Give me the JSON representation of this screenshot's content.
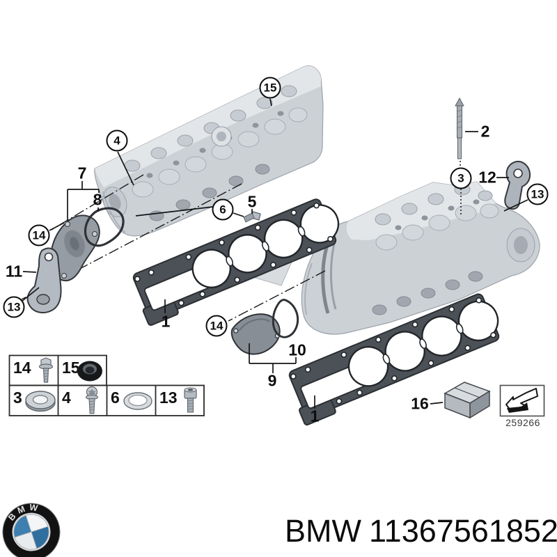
{
  "brand": {
    "name": "BMW",
    "logo_letters": "BMW"
  },
  "part": {
    "number": "11367561852"
  },
  "diagram": {
    "ref_code": "259266",
    "callouts": [
      {
        "label": "15",
        "shape": "circled"
      },
      {
        "label": "4",
        "shape": "circled"
      },
      {
        "label": "7",
        "shape": "plain"
      },
      {
        "label": "8",
        "shape": "plain"
      },
      {
        "label": "14",
        "shape": "circled"
      },
      {
        "label": "11",
        "shape": "plain"
      },
      {
        "label": "13",
        "shape": "circled"
      },
      {
        "label": "6",
        "shape": "circled"
      },
      {
        "label": "5",
        "shape": "plain"
      },
      {
        "label": "2",
        "shape": "plain"
      },
      {
        "label": "3",
        "shape": "circled"
      },
      {
        "label": "12",
        "shape": "plain"
      },
      {
        "label": "13",
        "shape": "circled"
      },
      {
        "label": "1",
        "shape": "plain"
      },
      {
        "label": "14",
        "shape": "circled"
      },
      {
        "label": "10",
        "shape": "plain"
      },
      {
        "label": "9",
        "shape": "plain"
      },
      {
        "label": "1",
        "shape": "plain"
      },
      {
        "label": "16",
        "shape": "plain"
      }
    ]
  },
  "legend_table": {
    "cells": [
      {
        "num": "14",
        "icon": "hex-flange-bolt"
      },
      {
        "num": "15",
        "icon": "rubber-grommet"
      },
      {
        "num": "3",
        "icon": "washer"
      },
      {
        "num": "4",
        "icon": "torx-bolt"
      },
      {
        "num": "6",
        "icon": "seal-ring"
      },
      {
        "num": "13",
        "icon": "socket-head-bolt"
      }
    ]
  }
}
